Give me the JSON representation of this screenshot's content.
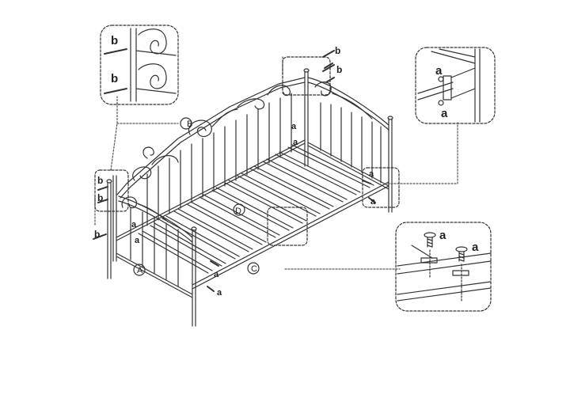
{
  "labels": {
    "part_a": "a",
    "part_b": "b",
    "part_A": "A",
    "part_B": "B",
    "part_C": "C",
    "part_D": "D"
  },
  "colors": {
    "line": "#333333",
    "dash": "#555555",
    "background": "#ffffff"
  },
  "icons": [
    "bolt-icon",
    "screw-icon",
    "scroll-ornament"
  ]
}
